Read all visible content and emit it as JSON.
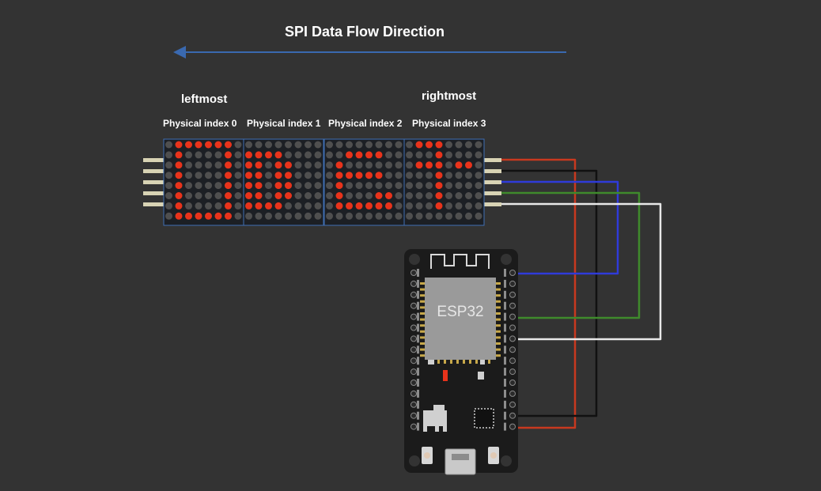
{
  "title": "SPI Data Flow Direction",
  "labels": {
    "leftmost": "leftmost",
    "rightmost": "rightmost",
    "modules": [
      "Physical index 0",
      "Physical index 1",
      "Physical index 2",
      "Physical index 3"
    ]
  },
  "board": {
    "name": "ESP32"
  },
  "colors": {
    "background": "#333333",
    "arrow": "#3a69b0",
    "led_on": "#e8331b",
    "led_off": "#4f4f4f",
    "matrix_bg": "#1c1f24",
    "matrix_border": "#3f6fb4",
    "wire_red": "#c8391f",
    "wire_black": "#111111",
    "wire_blue": "#2f3bd9",
    "wire_green": "#3f8a2c",
    "wire_white": "#e8e8e8"
  },
  "matrices": [
    [
      "01111110",
      "01000010",
      "01000010",
      "01000010",
      "01000010",
      "01000010",
      "01000010",
      "01111110"
    ],
    [
      "00000000",
      "11110000",
      "11011000",
      "11011000",
      "11011000",
      "11011000",
      "11110000",
      "00000000"
    ],
    [
      "00000000",
      "00111100",
      "01000000",
      "01111100",
      "01000000",
      "01000110",
      "01111110",
      "00000000"
    ],
    [
      "01110000",
      "00010000",
      "01110110",
      "00010000",
      "00010000",
      "00010000",
      "00010000",
      "00000000"
    ]
  ]
}
